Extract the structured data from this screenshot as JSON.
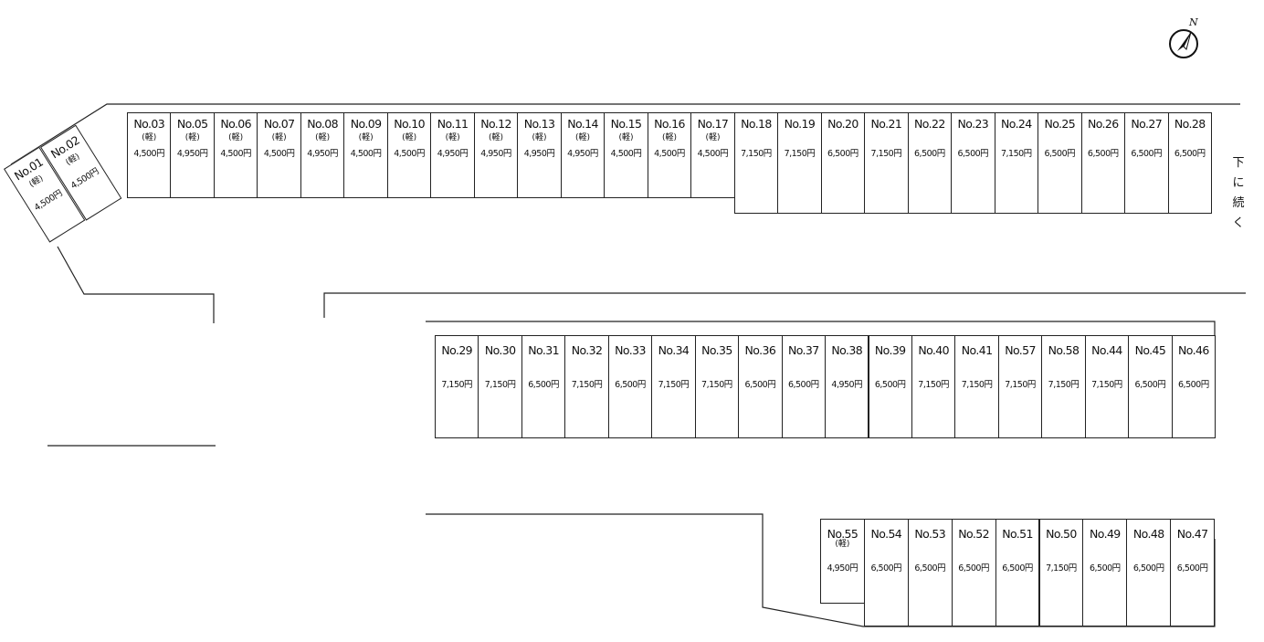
{
  "continue_note": "下に続く",
  "compass_label": "N",
  "kei_mark": "(軽)",
  "row1": [
    {
      "no": "No.03",
      "kei": true,
      "price": "4,500円"
    },
    {
      "no": "No.05",
      "kei": true,
      "price": "4,950円"
    },
    {
      "no": "No.06",
      "kei": true,
      "price": "4,500円"
    },
    {
      "no": "No.07",
      "kei": true,
      "price": "4,500円"
    },
    {
      "no": "No.08",
      "kei": true,
      "price": "4,950円"
    },
    {
      "no": "No.09",
      "kei": true,
      "price": "4,500円"
    },
    {
      "no": "No.10",
      "kei": true,
      "price": "4,500円"
    },
    {
      "no": "No.11",
      "kei": true,
      "price": "4,950円"
    },
    {
      "no": "No.12",
      "kei": true,
      "price": "4,950円"
    },
    {
      "no": "No.13",
      "kei": true,
      "price": "4,950円"
    },
    {
      "no": "No.14",
      "kei": true,
      "price": "4,950円"
    },
    {
      "no": "No.15",
      "kei": true,
      "price": "4,500円"
    },
    {
      "no": "No.16",
      "kei": true,
      "price": "4,500円"
    },
    {
      "no": "No.17",
      "kei": true,
      "price": "4,500円"
    },
    {
      "no": "No.18",
      "kei": false,
      "price": "7,150円"
    },
    {
      "no": "No.19",
      "kei": false,
      "price": "7,150円"
    },
    {
      "no": "No.20",
      "kei": false,
      "price": "6,500円"
    },
    {
      "no": "No.21",
      "kei": false,
      "price": "7,150円"
    },
    {
      "no": "No.22",
      "kei": false,
      "price": "6,500円"
    },
    {
      "no": "No.23",
      "kei": false,
      "price": "6,500円"
    },
    {
      "no": "No.24",
      "kei": false,
      "price": "7,150円"
    },
    {
      "no": "No.25",
      "kei": false,
      "price": "6,500円"
    },
    {
      "no": "No.26",
      "kei": false,
      "price": "6,500円"
    },
    {
      "no": "No.27",
      "kei": false,
      "price": "6,500円"
    },
    {
      "no": "No.28",
      "kei": false,
      "price": "6,500円"
    }
  ],
  "angled": [
    {
      "no": "No.01",
      "kei": true,
      "price": "4,500円"
    },
    {
      "no": "No.02",
      "kei": true,
      "price": "4,500円"
    }
  ],
  "row2": [
    {
      "no": "No.29",
      "kei": false,
      "price": "7,150円"
    },
    {
      "no": "No.30",
      "kei": false,
      "price": "7,150円"
    },
    {
      "no": "No.31",
      "kei": false,
      "price": "6,500円"
    },
    {
      "no": "No.32",
      "kei": false,
      "price": "7,150円"
    },
    {
      "no": "No.33",
      "kei": false,
      "price": "6,500円"
    },
    {
      "no": "No.34",
      "kei": false,
      "price": "7,150円"
    },
    {
      "no": "No.35",
      "kei": false,
      "price": "7,150円"
    },
    {
      "no": "No.36",
      "kei": false,
      "price": "6,500円"
    },
    {
      "no": "No.37",
      "kei": false,
      "price": "6,500円"
    },
    {
      "no": "No.38",
      "kei": false,
      "price": "4,950円"
    },
    {
      "no": "No.39",
      "kei": false,
      "price": "6,500円"
    },
    {
      "no": "No.40",
      "kei": false,
      "price": "7,150円"
    },
    {
      "no": "No.41",
      "kei": false,
      "price": "7,150円"
    },
    {
      "no": "No.57",
      "kei": false,
      "price": "7,150円"
    },
    {
      "no": "No.58",
      "kei": false,
      "price": "7,150円"
    },
    {
      "no": "No.44",
      "kei": false,
      "price": "7,150円"
    },
    {
      "no": "No.45",
      "kei": false,
      "price": "6,500円"
    },
    {
      "no": "No.46",
      "kei": false,
      "price": "6,500円"
    }
  ],
  "row3": [
    {
      "no": "No.55",
      "kei": true,
      "price": "4,950円"
    },
    {
      "no": "No.54",
      "kei": false,
      "price": "6,500円"
    },
    {
      "no": "No.53",
      "kei": false,
      "price": "6,500円"
    },
    {
      "no": "No.52",
      "kei": false,
      "price": "6,500円"
    },
    {
      "no": "No.51",
      "kei": false,
      "price": "6,500円"
    },
    {
      "no": "No.50",
      "kei": false,
      "price": "7,150円"
    },
    {
      "no": "No.49",
      "kei": false,
      "price": "6,500円"
    },
    {
      "no": "No.48",
      "kei": false,
      "price": "6,500円"
    },
    {
      "no": "No.47",
      "kei": false,
      "price": "6,500円"
    }
  ]
}
